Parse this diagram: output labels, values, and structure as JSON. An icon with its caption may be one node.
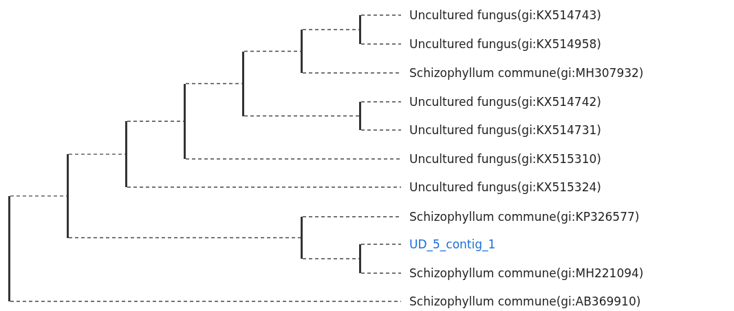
{
  "diagram": {
    "nodes": [
      {
        "text": [
          "Uncultured fungus(gi:KX514743)"
        ]
      },
      {
        "text": [
          "Uncultured fungus(gi:KX514958)"
        ]
      },
      {
        "text": [
          "Schizophyllum commune(gi:MH307932)"
        ]
      },
      {
        "text": [
          "Uncultured fungus(gi:KX514742)"
        ]
      },
      {
        "text": [
          "Uncultured fungus(gi:KX514731)"
        ]
      },
      {
        "text": [
          "Uncultured fungus(gi:KX515310)"
        ]
      },
      {
        "text": [
          "Uncultured fungus(gi:KX515324)"
        ]
      },
      {
        "text": [
          "Schizophyllum commune(gi:KP326577)"
        ]
      },
      {
        "text": [
          "UD_5_contig_1"
        ]
      },
      {
        "text": [
          "Schizophyllum commune(gi:MH221094)"
        ]
      },
      {
        "text": [
          "Schizophyllum commune(gi:AB369910)"
        ]
      },
      {
        "text": [],
        "shape": "bar"
      },
      {
        "text": [],
        "shape": "bar"
      },
      {
        "text": [],
        "shape": "bar"
      },
      {
        "text": [],
        "shape": "bar"
      },
      {
        "text": [],
        "shape": "bar"
      },
      {
        "text": [],
        "shape": "bar"
      },
      {
        "text": [],
        "shape": "bar"
      },
      {
        "text": [],
        "shape": "bar"
      },
      {
        "text": [],
        "shape": "bar"
      },
      {
        "text": [],
        "shape": "bar"
      }
    ],
    "edges": [
      {
        "from": 11,
        "to": 12,
        "arrow": "none",
        "style": "dashed"
      },
      {
        "from": 11,
        "to": 10,
        "arrow": "none",
        "style": "dashed"
      },
      {
        "from": 12,
        "to": 13,
        "arrow": "none",
        "style": "dashed"
      },
      {
        "from": 12,
        "to": 17,
        "arrow": "none",
        "style": "dashed"
      },
      {
        "from": 13,
        "to": 14,
        "arrow": "none",
        "style": "dashed"
      },
      {
        "from": 13,
        "to": 6,
        "arrow": "none",
        "style": "dashed"
      },
      {
        "from": 14,
        "to": 15,
        "arrow": "none",
        "style": "dashed"
      },
      {
        "from": 14,
        "to": 5,
        "arrow": "none",
        "style": "dashed"
      },
      {
        "from": 15,
        "to": 16,
        "arrow": "none",
        "style": "dashed"
      },
      {
        "from": 15,
        "to": 19,
        "arrow": "none",
        "style": "dashed"
      },
      {
        "from": 16,
        "to": 18,
        "arrow": "none",
        "style": "dashed"
      },
      {
        "from": 16,
        "to": 2,
        "arrow": "none",
        "style": "dashed"
      },
      {
        "from": 18,
        "to": 0,
        "arrow": "none",
        "style": "dashed"
      },
      {
        "from": 18,
        "to": 1,
        "arrow": "none",
        "style": "dashed"
      },
      {
        "from": 19,
        "to": 3,
        "arrow": "none",
        "style": "dashed"
      },
      {
        "from": 19,
        "to": 4,
        "arrow": "none",
        "style": "dashed"
      },
      {
        "from": 17,
        "to": 7,
        "arrow": "none",
        "style": "dashed"
      },
      {
        "from": 17,
        "to": 20,
        "arrow": "none",
        "style": "dashed"
      },
      {
        "from": 20,
        "to": 8,
        "arrow": "none",
        "style": "dashed"
      },
      {
        "from": 20,
        "to": 9,
        "arrow": "none",
        "style": "dashed"
      }
    ]
  }
}
